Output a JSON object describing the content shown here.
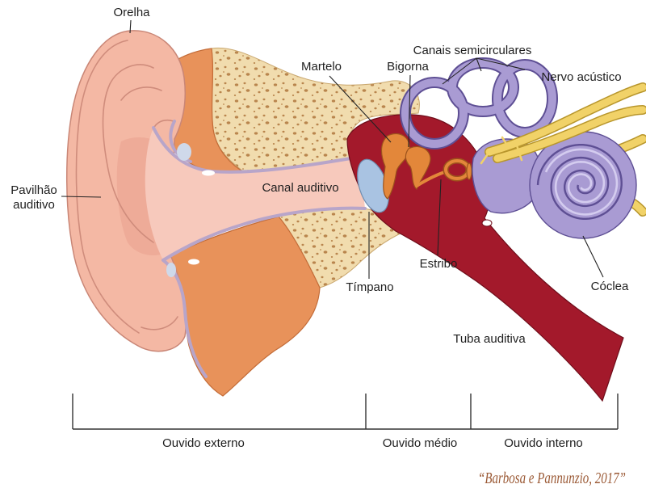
{
  "labels": {
    "orelha": "Orelha",
    "pavilhao_line1": "Pavilhão",
    "pavilhao_line2": "auditivo",
    "martelo": "Martelo",
    "bigorna": "Bigorna",
    "canais_semicirculares": "Canais semicirculares",
    "nervo_acustico": "Nervo acústico",
    "canal_auditivo": "Canal auditivo",
    "estribo": "Estribo",
    "timpano": "Tímpano",
    "coclea": "Cóclea",
    "tuba_auditiva": "Tuba auditiva"
  },
  "regions": [
    "Ouvido externo",
    "Ouvido médio",
    "Ouvido interno"
  ],
  "credit": "“Barbosa e Pannunzio, 2017”",
  "colors": {
    "pinna": "#f4b8a4",
    "soft_tissue": "#e8925a",
    "bone": "#f1dcae",
    "bone_pores": "#b9854d",
    "canal": "#f7c9bc",
    "lining": "#b8a5c9",
    "cavity": "#a3192b",
    "tympanum": "#a9c3e2",
    "ossicles": "#e3873a",
    "inner_ear": "#a99bd3",
    "nerve": "#f1d268",
    "credit": "#9b5a36"
  }
}
